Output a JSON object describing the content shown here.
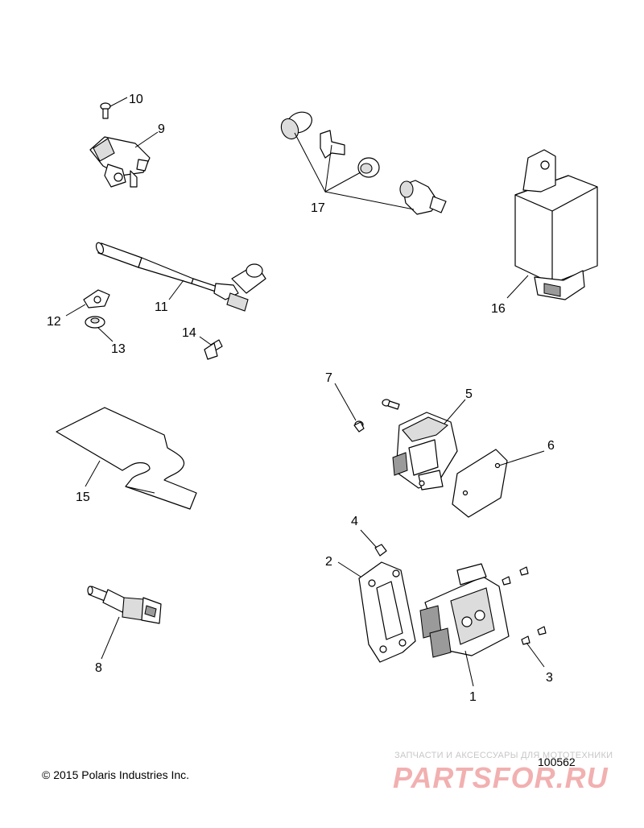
{
  "callouts": {
    "p1": "1",
    "p2": "2",
    "p3": "3",
    "p4": "4",
    "p5": "5",
    "p6": "6",
    "p7": "7",
    "p8": "8",
    "p9": "9",
    "p10": "10",
    "p11": "11",
    "p12": "12",
    "p13": "13",
    "p14": "14",
    "p15": "15",
    "p16": "16",
    "p17": "17"
  },
  "footer": {
    "copyright": "© 2015 Polaris Industries Inc.",
    "drawing_number": "100562"
  },
  "watermark": {
    "tagline": "ЗАПЧАСТИ И АКСЕССУАРЫ ДЛЯ МОТОТЕХНИКИ",
    "logo_text": "PARTSFOR.RU",
    "colors": {
      "logo": "#f2b0b0",
      "tagline": "#c7c7c7"
    }
  }
}
